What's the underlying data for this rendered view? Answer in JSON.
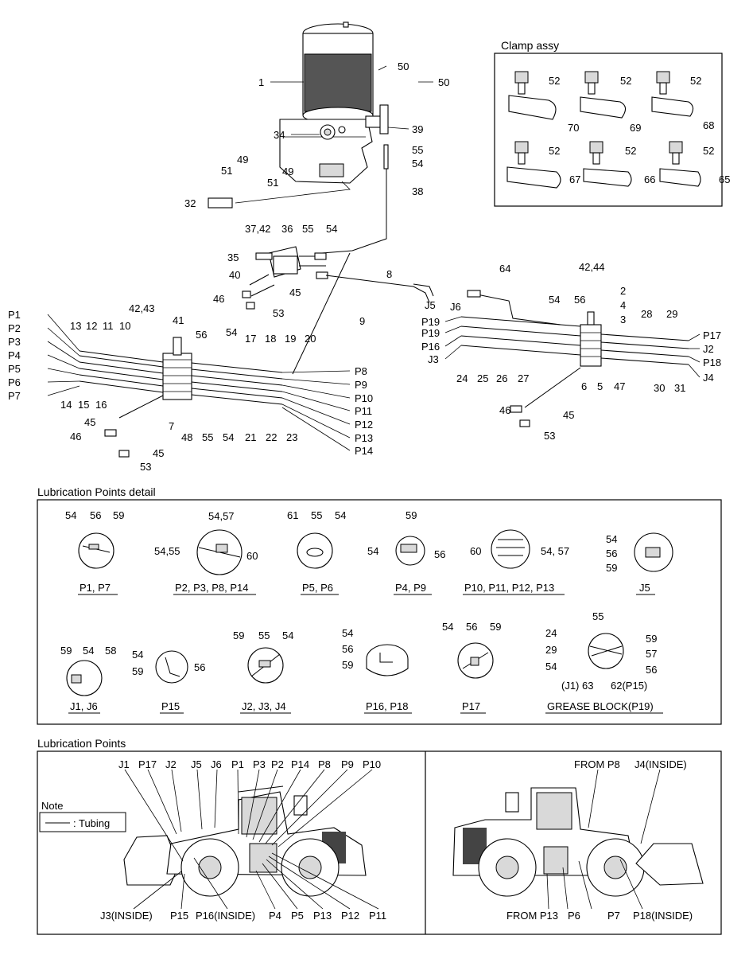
{
  "clamp": {
    "title": "Clamp assy",
    "items": [
      {
        "bolt": "52",
        "clamp": "70"
      },
      {
        "bolt": "52",
        "clamp": "69"
      },
      {
        "bolt": "52",
        "clamp": "68"
      },
      {
        "bolt": "52",
        "clamp": "67"
      },
      {
        "bolt": "52",
        "clamp": "66"
      },
      {
        "bolt": "52",
        "clamp": "65"
      }
    ]
  },
  "assembly": {
    "labels": {
      "c1": "1",
      "c50a": "50",
      "c50b": "50",
      "c34": "34",
      "c39": "39",
      "c55a": "55",
      "c54a": "54",
      "c38": "38",
      "c49a": "49",
      "c51a": "51",
      "c49b": "49",
      "c51b": "51",
      "c32": "32",
      "c3742": "37,42",
      "c36": "36",
      "c55b": "55",
      "c54b": "54",
      "c35": "35",
      "c40": "40",
      "c45a": "45",
      "c46a": "46",
      "c53a": "53",
      "c8": "8",
      "c9": "9",
      "cJ5": "J5",
      "c64": "64",
      "cJ6": "J6",
      "c4244": "42,44",
      "c2": "2",
      "c4": "4",
      "c3": "3",
      "c54c": "54",
      "c56c": "56",
      "c28": "28",
      "c29": "29",
      "cP19a": "P19",
      "cP19b": "P19",
      "cP16": "P16",
      "cJ3": "J3",
      "cP17": "P17",
      "cJ2": "J2",
      "cP18": "P18",
      "cJ4": "J4",
      "c24": "24",
      "c25": "25",
      "c26": "26",
      "c27": "27",
      "c6": "6",
      "c5": "5",
      "c47": "47",
      "c30": "30",
      "c31": "31",
      "c46b": "46",
      "c45b": "45",
      "c53b": "53",
      "cP1": "P1",
      "cP2": "P2",
      "cP3": "P3",
      "cP4": "P4",
      "cP5": "P5",
      "cP6": "P6",
      "cP7": "P7",
      "c13": "13",
      "c12": "12",
      "c11": "11",
      "c10": "10",
      "c4243": "42,43",
      "c41": "41",
      "c14": "14",
      "c15": "15",
      "c16": "16",
      "c7": "7",
      "c45c": "45",
      "c46c": "46",
      "c45d": "45",
      "c53c": "53",
      "c56d": "56",
      "c54d": "54",
      "c17": "17",
      "c18": "18",
      "c19": "19",
      "c20": "20",
      "cP8": "P8",
      "cP9": "P9",
      "cP10": "P10",
      "cP11": "P11",
      "cP12": "P12",
      "cP13": "P13",
      "cP14": "P14",
      "c48": "48",
      "c55d": "55",
      "c54e": "54",
      "c21": "21",
      "c22": "22",
      "c23": "23"
    }
  },
  "detail": {
    "title": "Lubrication Points detail",
    "captions": {
      "d1": "P1, P7",
      "d2": "P2, P3, P8, P14",
      "d3": "P5, P6",
      "d4": "P4, P9",
      "d5": "P10, P11, P12, P13",
      "d6": "J5",
      "d7": "J1, J6",
      "d8": "P15",
      "d9": "J2, J3, J4",
      "d10": "P16, P18",
      "d11": "P17",
      "d12": "GREASE BLOCK(P19)"
    },
    "labels": {
      "a54": "54",
      "a56": "56",
      "a59": "59",
      "b5457": "54,57",
      "b5455": "54,55",
      "b60": "60",
      "e61": "61",
      "e55": "55",
      "e54": "54",
      "f59": "59",
      "f54": "54",
      "f56": "56",
      "g60": "60",
      "g5457": "54, 57",
      "h54": "54",
      "h56": "56",
      "h59": "59",
      "i59": "59",
      "i54": "54",
      "i58": "58",
      "j54": "54",
      "j59": "59",
      "j56": "56",
      "k59": "59",
      "k55": "55",
      "k54": "54",
      "l54": "54",
      "l56": "56",
      "l59": "59",
      "m54": "54",
      "m56": "56",
      "m59": "59",
      "n55": "55",
      "n24": "24",
      "n29": "29",
      "n54": "54",
      "n59": "59",
      "n57": "57",
      "n56": "56",
      "nJ1": "(J1) 63",
      "nP15": "62(P15)"
    }
  },
  "points": {
    "title": "Lubrication Points",
    "note_title": "Note",
    "note_text": ": Tubing",
    "left_top": [
      "J1",
      "P17",
      "J2",
      "J5",
      "J6",
      "P1",
      "P3",
      "P2",
      "P14",
      "P8",
      "P9",
      "P10"
    ],
    "left_bottom": [
      "J3(INSIDE)",
      "P15",
      "P16(INSIDE)",
      "P4",
      "P5",
      "P13",
      "P12",
      "P11"
    ],
    "right_top": [
      "FROM P8",
      "J4(INSIDE)"
    ],
    "right_bottom": [
      "FROM P13",
      "P6",
      "P7",
      "P18(INSIDE)"
    ]
  }
}
